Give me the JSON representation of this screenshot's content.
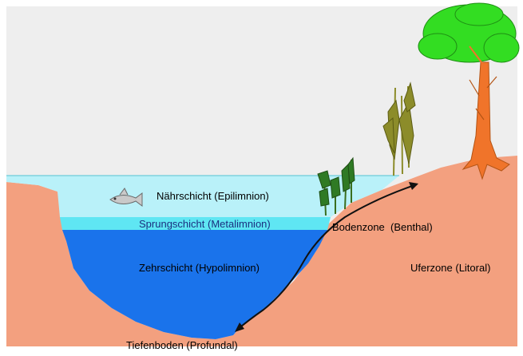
{
  "labels": {
    "epilimnion": "Nährschicht (Epilimnion)",
    "metalimnion": "Sprungschicht (Metalimnion)",
    "hypolimnion": "Zehrschicht (Hypolimnion)",
    "benthal": "Bodenzone  (Benthal)",
    "litoral": "Uferzone (Litoral)",
    "profundal": "Tiefenboden (Profundal)"
  },
  "icons": {
    "fish": "fish-icon",
    "tree": "tree-icon",
    "reeds": "reed-plants-icon",
    "arrow": "double-arrow-icon"
  },
  "colors": {
    "sky": "#eeeeee",
    "soil": "#f3a07f",
    "epilimnion": "#b9f1f9",
    "metalimnion": "#5fe6f3",
    "hypolimnion": "#1a73eb",
    "tree_canopy": "#33dd22",
    "tree_trunk": "#f0742a",
    "reeds": "#8c8c2a",
    "arrow": "#111111"
  }
}
